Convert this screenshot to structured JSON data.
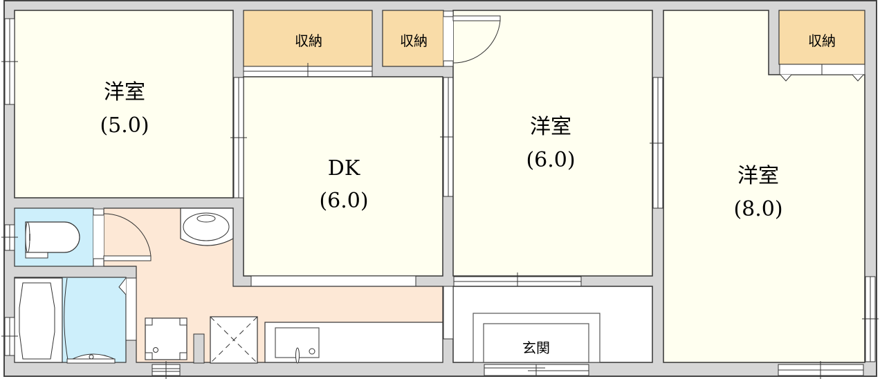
{
  "floor_plan": {
    "colors": {
      "wall": "#d6d6d6",
      "wall_stroke": "#444444",
      "room_fill": "#fffff0",
      "storage_fill": "#f9dca8",
      "wet_area_fill": "#cdeffb",
      "hall_fill": "#fde8d6",
      "fixture_fill": "#ffffff"
    },
    "rooms": [
      {
        "id": "western-room-1",
        "name": "洋室",
        "size": "(5.0)"
      },
      {
        "id": "dining-kitchen",
        "name": "DK",
        "size": "(6.0)"
      },
      {
        "id": "western-room-2",
        "name": "洋室",
        "size": "(6.0)"
      },
      {
        "id": "western-room-3",
        "name": "洋室",
        "size": "(8.0)"
      }
    ],
    "storage": [
      {
        "id": "storage-1",
        "name": "収納"
      },
      {
        "id": "storage-2",
        "name": "収納"
      },
      {
        "id": "storage-3",
        "name": "収納"
      }
    ],
    "entrance": {
      "name": "玄関"
    }
  }
}
